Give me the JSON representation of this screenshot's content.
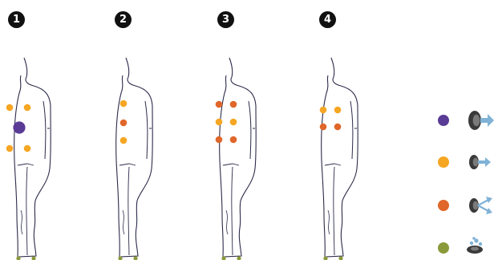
{
  "configurations": [
    {
      "label": "1",
      "points": [
        "yellow",
        "yellow",
        "purple",
        "yellow",
        "yellow"
      ]
    },
    {
      "label": "2",
      "points": [
        "yellow",
        "orange",
        "yellow"
      ]
    },
    {
      "label": "3",
      "points": [
        "orange",
        "orange",
        "yellow",
        "yellow",
        "orange",
        "orange"
      ]
    },
    {
      "label": "4",
      "points": [
        "yellow",
        "yellow",
        "orange",
        "orange"
      ]
    }
  ],
  "legend": [
    {
      "color_name": "purple",
      "icon": "large-hole-outflow-icon"
    },
    {
      "color_name": "yellow",
      "icon": "small-hole-outflow-icon"
    },
    {
      "color_name": "orange",
      "icon": "split-outflow-icon"
    },
    {
      "color_name": "olive",
      "icon": "floor-nozzle-spray-icon"
    }
  ],
  "colors": {
    "purple": "#5a3b96",
    "yellow": "#f5a623",
    "orange": "#e0662a",
    "olive": "#8a9a3a",
    "arrow": "#7fb2d6",
    "nozzle_dark": "#3a3a3a",
    "nozzle_mid": "#7a7a7a",
    "outline": "#2b2b4a"
  }
}
